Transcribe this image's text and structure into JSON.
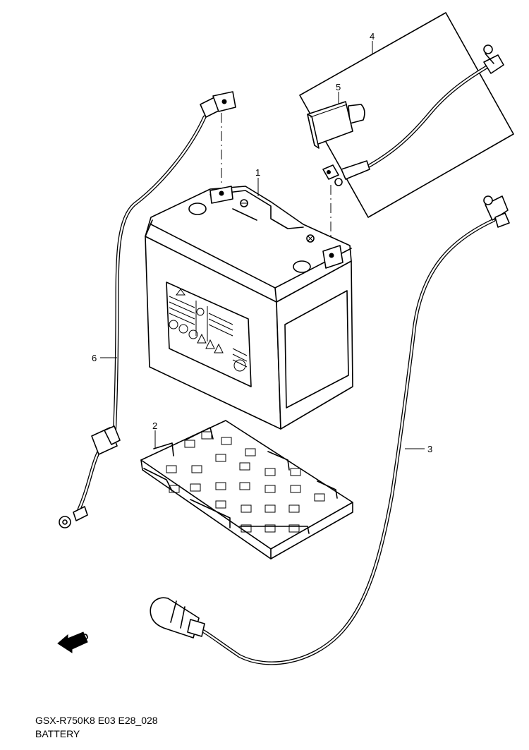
{
  "callouts": {
    "c1": "1",
    "c2": "2",
    "c3": "3",
    "c4": "4",
    "c5": "5",
    "c6": "6"
  },
  "fwd_arrow_text": "FWD",
  "caption": {
    "code": "GSX-R750K8 E03 E28_028",
    "title": "BATTERY"
  }
}
